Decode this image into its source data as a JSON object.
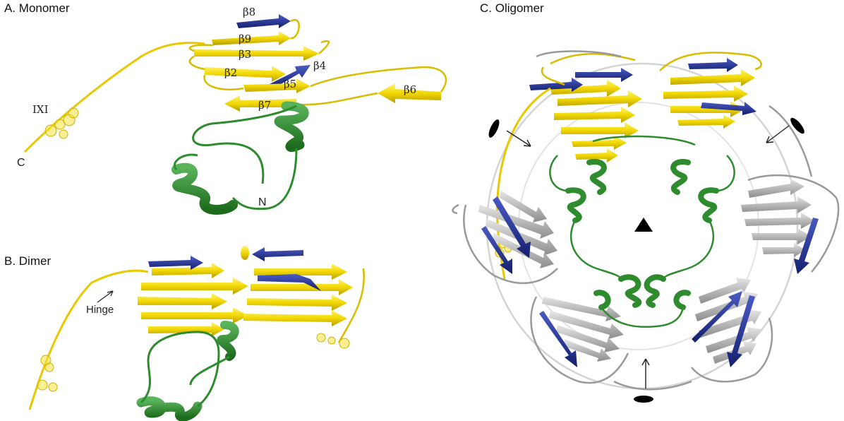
{
  "panels": {
    "monomer": {
      "title": "A. Monomer",
      "labels": {
        "b8": "β8",
        "b9": "β9",
        "b3": "β3",
        "b4": "β4",
        "b2": "β2",
        "b5": "β5",
        "b6": "β6",
        "b7": "β7",
        "ixi": "IXI",
        "c": "C",
        "n": "N"
      }
    },
    "dimer": {
      "title": "B. Dimer",
      "hinge": "Hinge"
    },
    "oligomer": {
      "title": "C. Oligomer"
    }
  },
  "colors": {
    "strand_yellow": "#f2d800",
    "strand_blue": "#1c2a8f",
    "helix_green": "#2e8b2e",
    "coil_grey": "#9a9a9a",
    "sphere_yellow": "#f5e23a"
  }
}
